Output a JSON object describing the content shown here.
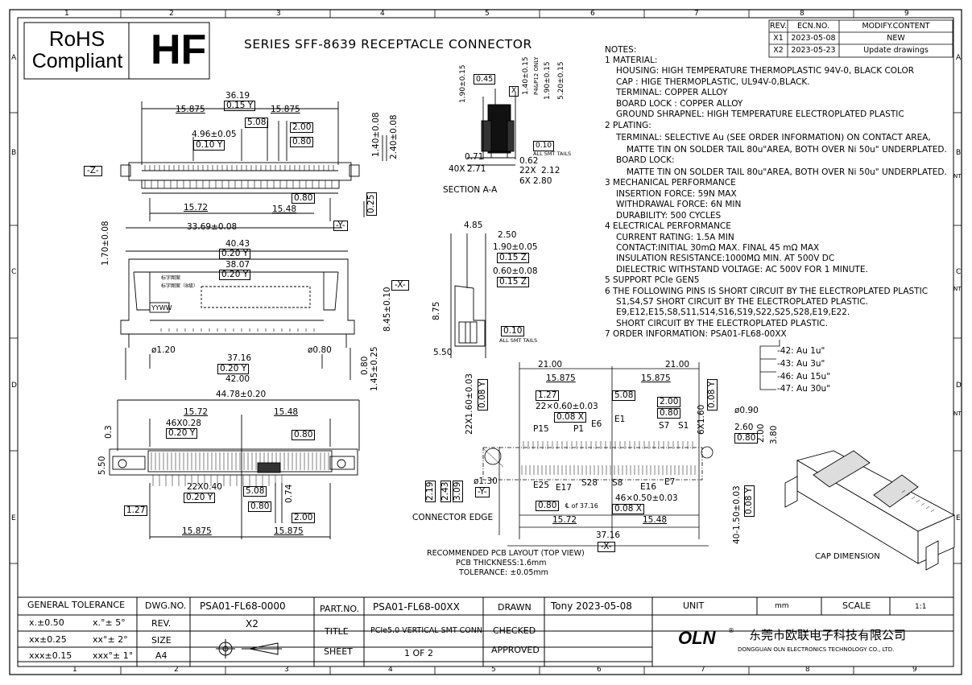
{
  "grid": {
    "cols": [
      "1",
      "2",
      "3",
      "4",
      "5",
      "6",
      "7",
      "8",
      "9"
    ],
    "rows": [
      "A",
      "B",
      "C",
      "D",
      "E"
    ],
    "side_marks": [
      "NT",
      "NT",
      "NT"
    ]
  },
  "badges": {
    "rohs_line1": "RoHS",
    "rohs_line2": "Compliant",
    "hf": "HF"
  },
  "title": "SERIES SFF-8639 RECEPTACLE CONNECTOR",
  "revision_table": {
    "headers": [
      "REV.",
      "ECN.NO.",
      "MODIFY.CONTENT"
    ],
    "rows": [
      [
        "X1",
        "2023-05-08",
        "NEW"
      ],
      [
        "X2",
        "2023-05-23",
        "Update drawings"
      ]
    ]
  },
  "notes": {
    "heading": "NOTES:",
    "lines": [
      "1  MATERIAL:",
      "HOUSING: HIGH TEMPERATURE THERMOPLASTIC 94V-0, BLACK COLOR",
      "CAP : HIGE THERMOPLASTIC, UL94V-0,BLACK.",
      "TERMINAL: COPPER ALLOY",
      "BOARD LOCK : COPPER ALLOY",
      "GROUND SHRAPNEL: HIGH TEMPERATURE ELECTROPLATED PLASTIC",
      "2  PLATING:",
      "TERMINAL: SELECTIVE Au (SEE ORDER INFORMATION) ON CONTACT AREA,",
      "MATTE TIN ON SOLDER TAIL 80u\"AREA, BOTH OVER Ni 50u\" UNDERPLATED.",
      "BOARD LOCK:",
      "MATTE TIN ON SOLDER TAIL 80u\"AREA, BOTH OVER Ni 50u\" UNDERPLATED.",
      "3  MECHANICAL PERFORMANCE",
      "INSERTION FORCE: 59N MAX",
      "WITHDRAWAL FORCE: 6N MIN",
      "DURABILITY: 500 CYCLES",
      "4  ELECTRICAL PERFORMANCE",
      "CURRENT RATING: 1.5A MIN",
      "CONTACT:INITIAL 30mΩ MAX. FINAL 45 mΩ MAX",
      "INSULATION RESISTANCE:1000MΩ MIN. AT 500V DC",
      "DIELECTRIC WITHSTAND VOLTAGE: AC 500V FOR 1 MINUTE.",
      "5  SUPPORT PCIe GEN5",
      "6  THE FOLLOWING PINS IS SHORT CIRCUIT BY THE ELECTROPLATED PLASTIC",
      "S1,S4,S7 SHORT CIRCUIT BY THE ELECTROPLATED PLASTIC.",
      "E9,E12,E15,S8,S11,S14,S16,S19,S22,S25,S28,E19,E22.",
      "SHORT CIRCUIT BY THE ELECTROPLATED PLASTIC.",
      "7  ORDER INFORMATION: PSA01-FL68-00XX"
    ],
    "order_options": [
      "-42: Au 1u\"",
      "-43: Au 3u\"",
      "-46: Au 15u\"",
      "-47: Au 30u\""
    ]
  },
  "dims": {
    "top_view": [
      "36.19",
      "0.15",
      "Y",
      "15.875",
      "15.875",
      "5.08",
      "2.00",
      "4.96±0.05",
      "0.10",
      "Y",
      "0.80",
      "1.40±0.08",
      "2.40±0.08",
      "-Z-",
      "0.80",
      "15.72",
      "15.48",
      "0.25",
      "-Y-",
      "33.69±0.08"
    ],
    "front_view": [
      "1.70±0.08",
      "40.43",
      "0.20",
      "Y",
      "38.07",
      "0.20",
      "Y",
      "-X-",
      "8.45±0.10",
      "ø1.20",
      "ø0.80",
      "37.16",
      "0.20",
      "Y",
      "0.80",
      "1.45±0.25",
      "42.00",
      "YYWW",
      "标字图案",
      "标字图案（8级）"
    ],
    "bottom_view": [
      "44.78±0.20",
      "15.72",
      "15.48",
      "46X0.28",
      "0.20",
      "Y",
      "0.80",
      "0.3",
      "5.50",
      "22X0.40",
      "0.20",
      "Y",
      "5.08",
      "1.27",
      "0.80",
      "0.74",
      "2.00",
      "15.875",
      "15.875"
    ],
    "section_aa": [
      "1.90±0.15",
      "0.45",
      "X",
      "1.40±0.15",
      "P4&P12 ONLY",
      "1.90±0.15",
      "5.20±0.15",
      "0.10",
      "ALL SMT TAILS",
      "0.71",
      "0.62",
      "40X",
      "2.71",
      "22X",
      "2.12",
      "6X",
      "2.80",
      "SECTION A-A"
    ],
    "side_view": [
      "4.85",
      "2.50",
      "1.90±0.05",
      "0.15",
      "Z",
      "0.60±0.08",
      "0.15",
      "Z",
      "8.75",
      "0.10",
      "ALL SMT TAILS",
      "5.50"
    ],
    "pcb_layout": [
      "21.00",
      "21.00",
      "15.875",
      "15.875",
      "22X1.60±0.03",
      "0.08",
      "Y",
      "1.27",
      "5.08",
      "0.08",
      "Y",
      "22×0.60±0.03",
      "0.08",
      "X",
      "2.00",
      "0.80",
      "6X1.60",
      "E6",
      "E1",
      "S7",
      "S1",
      "ø0.90",
      "2.60",
      "0.80",
      "2.00",
      "3.80",
      "P15",
      "P1",
      "ø1.30",
      "-Y-",
      "2.19",
      "2.43",
      "3.09",
      "E25",
      "E17",
      "S28",
      "S8",
      "E16",
      "E7",
      "46×0.50±0.03",
      "0.08",
      "X",
      "0.80",
      "℄ of 37.16",
      "15.72",
      "15.48",
      "40-1.50±0.03",
      "0.08",
      "Y",
      "37.16",
      "-X-",
      "CONNECTOR EDGE"
    ],
    "pcb_caption": [
      "RECOMMENDED PCB LAYOUT (TOP VIEW)",
      "PCB THICKNESS:1.6mm",
      "TOLERANCE: ±0.05mm"
    ],
    "cap_caption": "CAP DIMENSION"
  },
  "title_block": {
    "general_tolerance": "GENERAL   TOLERANCE",
    "tol_rows": [
      [
        "x.±0.50",
        "x.°± 5°"
      ],
      [
        "xx±0.25",
        "xx°± 2°"
      ],
      [
        "xxx±0.15",
        "xxx°± 1°"
      ]
    ],
    "dwg_no_label": "DWG.NO.",
    "dwg_no": "PSA01-FL68-0000",
    "rev_label": "REV.",
    "rev": "X2",
    "size_label": "SIZE",
    "size": "A4",
    "part_no_label": "PART.NO.",
    "part_no": "PSA01-FL68-00XX",
    "title_label": "TITLE",
    "title_value": "PCIe5.0 VERTICAL SMT CONN",
    "sheet_label": "SHEET",
    "sheet_value": "1  OF  2",
    "drawn_label": "DRAWN",
    "drawn_value": "Tony  2023-05-08",
    "checked_label": "CHECKED",
    "approved_label": "APPROVED",
    "unit_label": "UNIT",
    "unit_value": "mm",
    "scale_label": "SCALE",
    "scale_value": "1:1",
    "company_logo": "OLN",
    "company_cn": "东莞市欧联电子科技有限公司",
    "company_en": "DONGGUAN  OLN  ELECTRONICS  TECHNOLOGY  CO.,  LTD."
  }
}
